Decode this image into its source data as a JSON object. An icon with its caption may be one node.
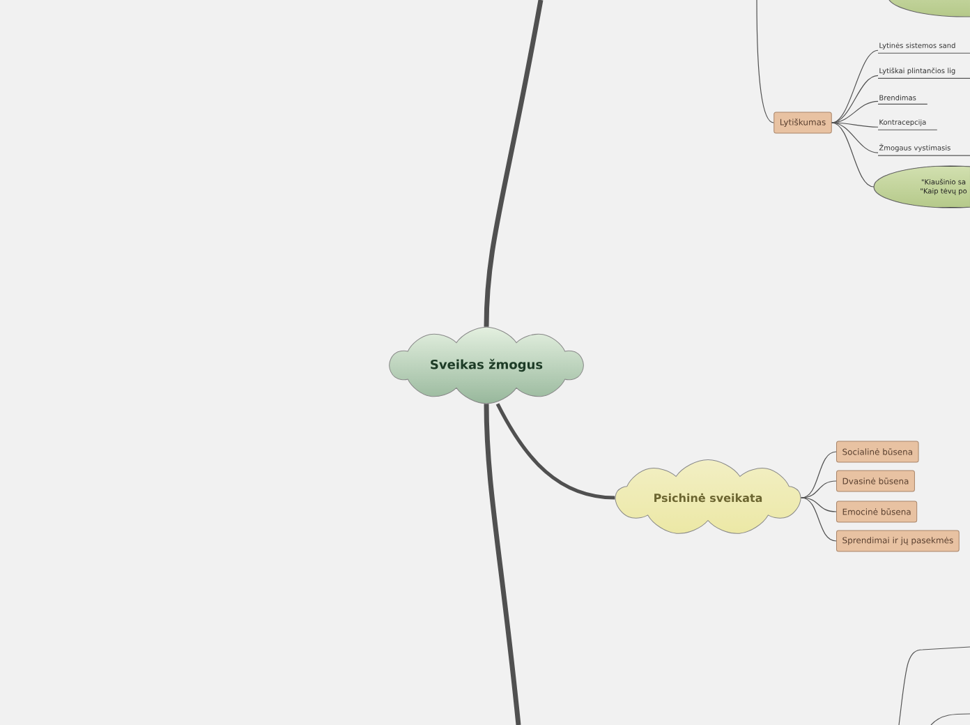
{
  "diagram": {
    "nodes": [
      {
        "text": [
          "Sveikas žmogus"
        ]
      },
      {
        "text": [],
        "shape": "ellipse"
      },
      {
        "text": [
          "Lytiškumas"
        ]
      },
      {
        "text": [
          "Lytinės sistemos sand"
        ]
      },
      {
        "text": [
          "Lytiškai plintančios lig"
        ]
      },
      {
        "text": [
          "Brendimas"
        ]
      },
      {
        "text": [
          "Kontracepcija"
        ]
      },
      {
        "text": [
          "Žmogaus vystimasis"
        ]
      },
      {
        "text": [
          "\"Kiaušinio sa",
          "\"Kaip tėvų po"
        ]
      },
      {
        "text": [
          "Psichinė sveikata"
        ]
      },
      {
        "text": [
          "Socialinė būsena"
        ]
      },
      {
        "text": [
          "Dvasinė būsena"
        ]
      },
      {
        "text": [
          "Emocinė būsena"
        ]
      },
      {
        "text": [
          "Sprendimai ir jų pasekmės"
        ]
      }
    ],
    "edges": [
      {
        "from": 0,
        "to": null,
        "arrow": "none",
        "style": "thick"
      },
      {
        "from": 0,
        "to": null,
        "arrow": "none",
        "style": "thick"
      },
      {
        "from": 0,
        "to": 9,
        "arrow": "none",
        "style": "thick"
      },
      {
        "from": null,
        "to": 2,
        "arrow": "none"
      },
      {
        "from": 2,
        "to": 3,
        "arrow": "none"
      },
      {
        "from": 2,
        "to": 4,
        "arrow": "none"
      },
      {
        "from": 2,
        "to": 5,
        "arrow": "none"
      },
      {
        "from": 2,
        "to": 6,
        "arrow": "none"
      },
      {
        "from": 2,
        "to": 7,
        "arrow": "none"
      },
      {
        "from": 2,
        "to": 8,
        "arrow": "none"
      },
      {
        "from": 9,
        "to": 10,
        "arrow": "none"
      },
      {
        "from": 9,
        "to": 11,
        "arrow": "none"
      },
      {
        "from": 9,
        "to": 12,
        "arrow": "none"
      },
      {
        "from": 9,
        "to": 13,
        "arrow": "none"
      }
    ]
  }
}
